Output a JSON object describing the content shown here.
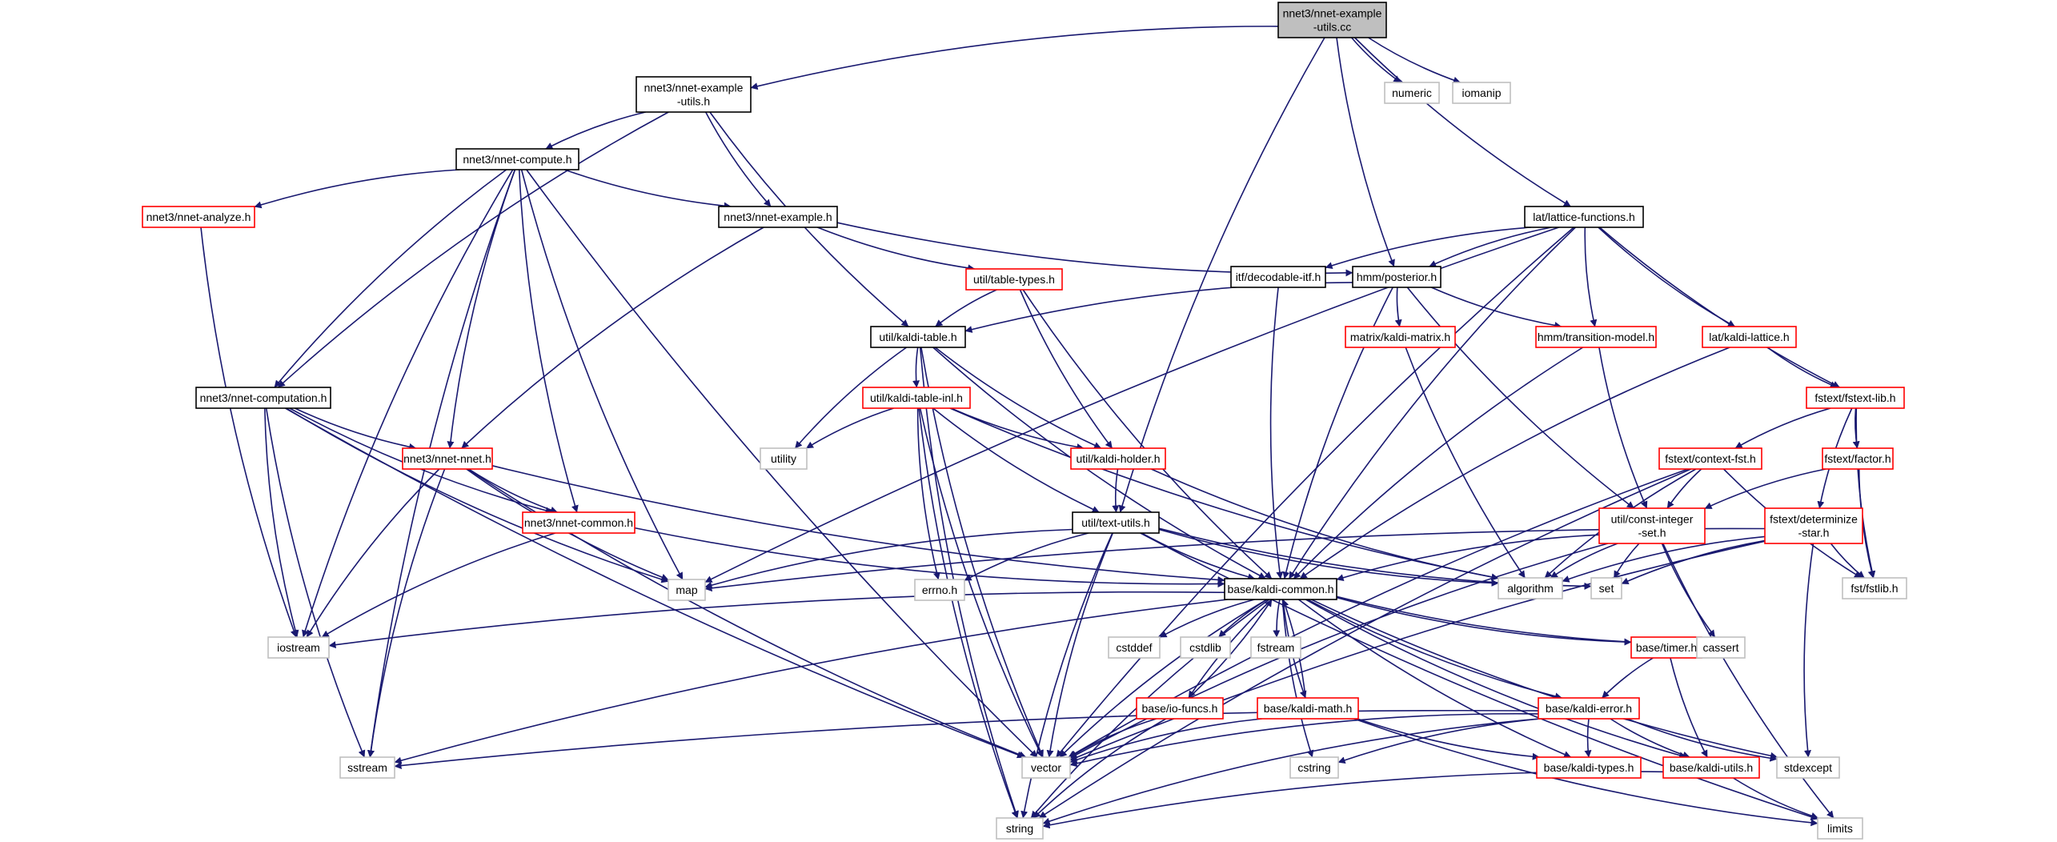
{
  "colors": {
    "edge": "#191970",
    "root_fill": "#bfbfbf",
    "black_border": "#000000",
    "red_border": "#ff0000",
    "gray_border": "#bfbfbf",
    "text": "#000000"
  },
  "nodes": [
    {
      "id": "root",
      "lines": [
        "nnet3/nnet-example",
        "-utils.cc"
      ],
      "style": "root"
    },
    {
      "id": "eu_h",
      "lines": [
        "nnet3/nnet-example",
        "-utils.h"
      ],
      "style": "black"
    },
    {
      "id": "numeric",
      "lines": [
        "numeric"
      ],
      "style": "gray"
    },
    {
      "id": "iomanip",
      "lines": [
        "iomanip"
      ],
      "style": "gray"
    },
    {
      "id": "compute",
      "lines": [
        "nnet3/nnet-compute.h"
      ],
      "style": "black"
    },
    {
      "id": "analyze",
      "lines": [
        "nnet3/nnet-analyze.h"
      ],
      "style": "red"
    },
    {
      "id": "example",
      "lines": [
        "nnet3/nnet-example.h"
      ],
      "style": "black"
    },
    {
      "id": "lattfunc",
      "lines": [
        "lat/lattice-functions.h"
      ],
      "style": "black"
    },
    {
      "id": "tabletypes",
      "lines": [
        "util/table-types.h"
      ],
      "style": "red"
    },
    {
      "id": "decodable",
      "lines": [
        "itf/decodable-itf.h"
      ],
      "style": "black"
    },
    {
      "id": "posterior",
      "lines": [
        "hmm/posterior.h"
      ],
      "style": "black"
    },
    {
      "id": "kalditable",
      "lines": [
        "util/kaldi-table.h"
      ],
      "style": "black"
    },
    {
      "id": "kaldimatrix",
      "lines": [
        "matrix/kaldi-matrix.h"
      ],
      "style": "red"
    },
    {
      "id": "transmodel",
      "lines": [
        "hmm/transition-model.h"
      ],
      "style": "red"
    },
    {
      "id": "kaldilattice",
      "lines": [
        "lat/kaldi-lattice.h"
      ],
      "style": "red"
    },
    {
      "id": "computation",
      "lines": [
        "nnet3/nnet-computation.h"
      ],
      "style": "black"
    },
    {
      "id": "tableinl",
      "lines": [
        "util/kaldi-table-inl.h"
      ],
      "style": "red"
    },
    {
      "id": "fstextlib",
      "lines": [
        "fstext/fstext-lib.h"
      ],
      "style": "red"
    },
    {
      "id": "utility",
      "lines": [
        "utility"
      ],
      "style": "gray"
    },
    {
      "id": "nnet",
      "lines": [
        "nnet3/nnet-nnet.h"
      ],
      "style": "red"
    },
    {
      "id": "holder",
      "lines": [
        "util/kaldi-holder.h"
      ],
      "style": "red"
    },
    {
      "id": "contextfst",
      "lines": [
        "fstext/context-fst.h"
      ],
      "style": "red"
    },
    {
      "id": "factor",
      "lines": [
        "fstext/factor.h"
      ],
      "style": "red"
    },
    {
      "id": "constint",
      "lines": [
        "util/const-integer",
        "-set.h"
      ],
      "style": "red"
    },
    {
      "id": "determinize",
      "lines": [
        "fstext/determinize",
        "-star.h"
      ],
      "style": "red"
    },
    {
      "id": "nnetcommon",
      "lines": [
        "nnet3/nnet-common.h"
      ],
      "style": "red"
    },
    {
      "id": "textutils",
      "lines": [
        "util/text-utils.h"
      ],
      "style": "black"
    },
    {
      "id": "map",
      "lines": [
        "map"
      ],
      "style": "gray"
    },
    {
      "id": "errno",
      "lines": [
        "errno.h"
      ],
      "style": "gray"
    },
    {
      "id": "kaldicommon",
      "lines": [
        "base/kaldi-common.h"
      ],
      "style": "black"
    },
    {
      "id": "algorithm",
      "lines": [
        "algorithm"
      ],
      "style": "gray"
    },
    {
      "id": "set",
      "lines": [
        "set"
      ],
      "style": "gray"
    },
    {
      "id": "fstlib",
      "lines": [
        "fst/fstlib.h"
      ],
      "style": "gray"
    },
    {
      "id": "iostream",
      "lines": [
        "iostream"
      ],
      "style": "gray"
    },
    {
      "id": "cstddef",
      "lines": [
        "cstddef"
      ],
      "style": "gray"
    },
    {
      "id": "cstdlib",
      "lines": [
        "cstdlib"
      ],
      "style": "gray"
    },
    {
      "id": "fstream",
      "lines": [
        "fstream"
      ],
      "style": "gray"
    },
    {
      "id": "timer",
      "lines": [
        "base/timer.h"
      ],
      "style": "red"
    },
    {
      "id": "cassert",
      "lines": [
        "cassert"
      ],
      "style": "gray"
    },
    {
      "id": "iofuncs",
      "lines": [
        "base/io-funcs.h"
      ],
      "style": "red"
    },
    {
      "id": "kaldimath",
      "lines": [
        "base/kaldi-math.h"
      ],
      "style": "red"
    },
    {
      "id": "kaldierror",
      "lines": [
        "base/kaldi-error.h"
      ],
      "style": "red"
    },
    {
      "id": "sstream",
      "lines": [
        "sstream"
      ],
      "style": "gray"
    },
    {
      "id": "vector",
      "lines": [
        "vector"
      ],
      "style": "gray"
    },
    {
      "id": "cstring",
      "lines": [
        "cstring"
      ],
      "style": "gray"
    },
    {
      "id": "kalditypes",
      "lines": [
        "base/kaldi-types.h"
      ],
      "style": "red"
    },
    {
      "id": "kaldiutils",
      "lines": [
        "base/kaldi-utils.h"
      ],
      "style": "red"
    },
    {
      "id": "stdexcept",
      "lines": [
        "stdexcept"
      ],
      "style": "gray"
    },
    {
      "id": "string",
      "lines": [
        "string"
      ],
      "style": "gray"
    },
    {
      "id": "limits",
      "lines": [
        "limits"
      ],
      "style": "gray"
    }
  ],
  "edges": [
    [
      "root",
      "eu_h"
    ],
    [
      "root",
      "numeric"
    ],
    [
      "root",
      "iomanip"
    ],
    [
      "root",
      "textutils"
    ],
    [
      "root",
      "posterior"
    ],
    [
      "root",
      "lattfunc"
    ],
    [
      "eu_h",
      "compute"
    ],
    [
      "eu_h",
      "example"
    ],
    [
      "eu_h",
      "kalditable"
    ],
    [
      "eu_h",
      "computation"
    ],
    [
      "compute",
      "analyze"
    ],
    [
      "compute",
      "example"
    ],
    [
      "compute",
      "computation"
    ],
    [
      "compute",
      "nnet"
    ],
    [
      "compute",
      "nnetcommon"
    ],
    [
      "compute",
      "map"
    ],
    [
      "compute",
      "vector"
    ],
    [
      "compute",
      "iostream"
    ],
    [
      "compute",
      "sstream"
    ],
    [
      "analyze",
      "iostream"
    ],
    [
      "example",
      "tabletypes"
    ],
    [
      "example",
      "posterior"
    ],
    [
      "example",
      "nnet"
    ],
    [
      "lattfunc",
      "decodable"
    ],
    [
      "lattfunc",
      "posterior"
    ],
    [
      "lattfunc",
      "transmodel"
    ],
    [
      "lattfunc",
      "kaldilattice"
    ],
    [
      "lattfunc",
      "fstextlib"
    ],
    [
      "lattfunc",
      "kaldicommon"
    ],
    [
      "lattfunc",
      "map"
    ],
    [
      "lattfunc",
      "vector"
    ],
    [
      "tabletypes",
      "kalditable"
    ],
    [
      "tabletypes",
      "holder"
    ],
    [
      "tabletypes",
      "kaldicommon"
    ],
    [
      "decodable",
      "kaldicommon"
    ],
    [
      "posterior",
      "kalditable"
    ],
    [
      "posterior",
      "kaldimatrix"
    ],
    [
      "posterior",
      "transmodel"
    ],
    [
      "posterior",
      "constint"
    ],
    [
      "posterior",
      "kaldicommon"
    ],
    [
      "kalditable",
      "tableinl"
    ],
    [
      "kalditable",
      "holder"
    ],
    [
      "kalditable",
      "utility"
    ],
    [
      "kalditable",
      "kaldicommon"
    ],
    [
      "kalditable",
      "vector"
    ],
    [
      "kalditable",
      "string"
    ],
    [
      "kaldimatrix",
      "algorithm"
    ],
    [
      "transmodel",
      "constint"
    ],
    [
      "transmodel",
      "kaldicommon"
    ],
    [
      "kaldilattice",
      "fstextlib"
    ],
    [
      "kaldilattice",
      "kaldicommon"
    ],
    [
      "computation",
      "nnet"
    ],
    [
      "computation",
      "nnetcommon"
    ],
    [
      "computation",
      "map"
    ],
    [
      "computation",
      "iostream"
    ],
    [
      "computation",
      "sstream"
    ],
    [
      "computation",
      "vector"
    ],
    [
      "tableinl",
      "utility"
    ],
    [
      "tableinl",
      "holder"
    ],
    [
      "tableinl",
      "textutils"
    ],
    [
      "tableinl",
      "errno"
    ],
    [
      "tableinl",
      "algorithm"
    ],
    [
      "tableinl",
      "vector"
    ],
    [
      "tableinl",
      "string"
    ],
    [
      "fstextlib",
      "contextfst"
    ],
    [
      "fstextlib",
      "factor"
    ],
    [
      "fstextlib",
      "determinize"
    ],
    [
      "fstextlib",
      "fstlib"
    ],
    [
      "nnet",
      "nnetcommon"
    ],
    [
      "nnet",
      "iostream"
    ],
    [
      "nnet",
      "map"
    ],
    [
      "nnet",
      "sstream"
    ],
    [
      "nnet",
      "vector"
    ],
    [
      "nnet",
      "kaldicommon"
    ],
    [
      "holder",
      "textutils"
    ],
    [
      "holder",
      "algorithm"
    ],
    [
      "contextfst",
      "constint"
    ],
    [
      "contextfst",
      "fstlib"
    ],
    [
      "contextfst",
      "algorithm"
    ],
    [
      "contextfst",
      "vector"
    ],
    [
      "contextfst",
      "string"
    ],
    [
      "factor",
      "constint"
    ],
    [
      "factor",
      "fstlib"
    ],
    [
      "constint",
      "kaldicommon"
    ],
    [
      "constint",
      "algorithm"
    ],
    [
      "constint",
      "set"
    ],
    [
      "constint",
      "vector"
    ],
    [
      "constint",
      "cassert"
    ],
    [
      "constint",
      "limits"
    ],
    [
      "determinize",
      "algorithm"
    ],
    [
      "determinize",
      "map"
    ],
    [
      "determinize",
      "set"
    ],
    [
      "determinize",
      "vector"
    ],
    [
      "determinize",
      "stdexcept"
    ],
    [
      "determinize",
      "fstlib"
    ],
    [
      "nnetcommon",
      "kaldicommon"
    ],
    [
      "nnetcommon",
      "iostream"
    ],
    [
      "textutils",
      "map"
    ],
    [
      "textutils",
      "errno"
    ],
    [
      "textutils",
      "algorithm"
    ],
    [
      "textutils",
      "set"
    ],
    [
      "textutils",
      "limits"
    ],
    [
      "textutils",
      "vector"
    ],
    [
      "textutils",
      "string"
    ],
    [
      "textutils",
      "kaldicommon"
    ],
    [
      "kaldicommon",
      "iostream"
    ],
    [
      "kaldicommon",
      "cstddef"
    ],
    [
      "kaldicommon",
      "cstdlib"
    ],
    [
      "kaldicommon",
      "fstream"
    ],
    [
      "kaldicommon",
      "timer"
    ],
    [
      "kaldicommon",
      "cassert"
    ],
    [
      "kaldicommon",
      "iofuncs"
    ],
    [
      "kaldicommon",
      "kaldimath"
    ],
    [
      "kaldicommon",
      "kaldierror"
    ],
    [
      "kaldicommon",
      "sstream"
    ],
    [
      "kaldicommon",
      "vector"
    ],
    [
      "kaldicommon",
      "cstring"
    ],
    [
      "kaldicommon",
      "kalditypes"
    ],
    [
      "kaldicommon",
      "kaldiutils"
    ],
    [
      "kaldicommon",
      "stdexcept"
    ],
    [
      "kaldicommon",
      "string"
    ],
    [
      "timer",
      "kaldierror"
    ],
    [
      "timer",
      "kaldiutils"
    ],
    [
      "iofuncs",
      "kaldicommon"
    ],
    [
      "iofuncs",
      "vector"
    ],
    [
      "iofuncs",
      "string"
    ],
    [
      "kaldimath",
      "kaldicommon"
    ],
    [
      "kaldimath",
      "vector"
    ],
    [
      "kaldimath",
      "kalditypes"
    ],
    [
      "kaldimath",
      "limits"
    ],
    [
      "kaldierror",
      "kalditypes"
    ],
    [
      "kaldierror",
      "kaldiutils"
    ],
    [
      "kaldierror",
      "sstream"
    ],
    [
      "kaldierror",
      "vector"
    ],
    [
      "kaldierror",
      "cstring"
    ],
    [
      "kaldierror",
      "stdexcept"
    ],
    [
      "kaldierror",
      "string"
    ],
    [
      "kaldiutils",
      "string"
    ],
    [
      "kaldiutils",
      "limits"
    ]
  ]
}
